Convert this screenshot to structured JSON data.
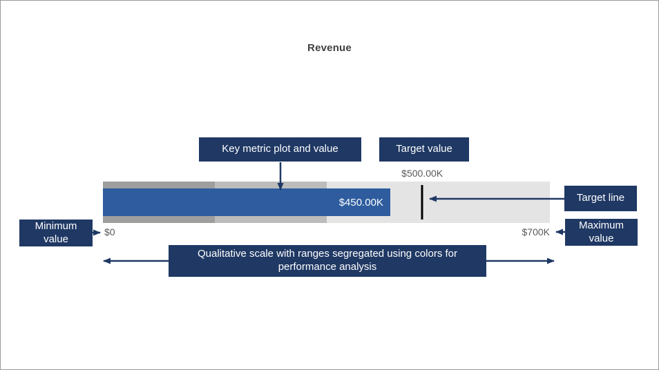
{
  "page": {
    "title": "Revenue"
  },
  "annotations": {
    "key_metric": "Key metric plot and value",
    "target_value": "Target value",
    "target_line": "Target line",
    "min_value": "Minimum value",
    "max_value": "Maximum value",
    "qualitative_scale": "Qualitative scale with ranges segregated using colors for performance analysis"
  },
  "colors": {
    "annotation_bg": "#1F3864",
    "arrow": "#1F3864",
    "value_bar": "#2E5C9E",
    "target_line": "#000000",
    "range_colors": [
      "#9E9E9E",
      "#BCBCBC",
      "#E4E4E4"
    ]
  },
  "chart_data": {
    "type": "bullet",
    "title": "Revenue",
    "value": 450000,
    "value_label": "$450.00K",
    "target": 500000,
    "target_label": "$500.00K",
    "min": 0,
    "min_label": "$0",
    "max": 700000,
    "max_label": "$700K",
    "qualitative_ranges": [
      {
        "from": 0,
        "to": 175000,
        "color": "#9E9E9E"
      },
      {
        "from": 175000,
        "to": 350000,
        "color": "#BCBCBC"
      },
      {
        "from": 350000,
        "to": 700000,
        "color": "#E4E4E4"
      }
    ]
  }
}
